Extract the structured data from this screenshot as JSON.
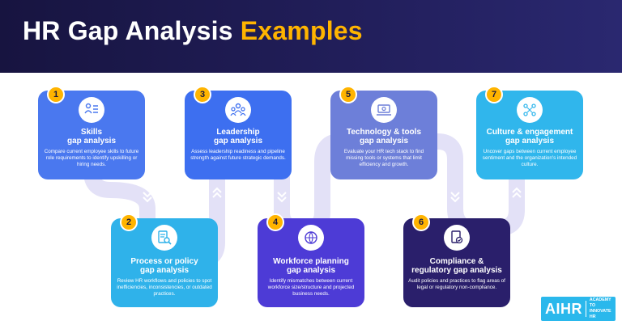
{
  "header": {
    "title_main": "HR Gap Analysis",
    "title_accent": "Examples",
    "accent_color": "#ffb400"
  },
  "steps": [
    {
      "number": "1",
      "icon": "skills-checklist-icon",
      "title_line1": "Skills",
      "title_line2": "gap analysis",
      "description": "Compare current employee skills to future role requirements to identify upskilling or hiring needs.",
      "color": "#4a78ef"
    },
    {
      "number": "2",
      "icon": "document-search-icon",
      "title_line1": "Process or policy",
      "title_line2": "gap analysis",
      "description": "Review HR workflows and policies to spot inefficiencies, inconsistencies, or outdated practices.",
      "color": "#2fb2ea"
    },
    {
      "number": "3",
      "icon": "team-leader-icon",
      "title_line1": "Leadership",
      "title_line2": "gap analysis",
      "description": "Assess leadership readiness and pipeline strength against future strategic demands.",
      "color": "#3d6ff0"
    },
    {
      "number": "4",
      "icon": "workforce-globe-icon",
      "title_line1": "Workforce planning",
      "title_line2": "gap analysis",
      "description": "Identify mismatches between current workforce size/structure and projected business needs.",
      "color": "#4d3bd6"
    },
    {
      "number": "5",
      "icon": "laptop-gear-icon",
      "title_line1": "Technology & tools",
      "title_line2": "gap analysis",
      "description": "Evaluate your HR tech stack to find missing tools or systems that limit efficiency and growth.",
      "color": "#6d7fd9"
    },
    {
      "number": "6",
      "icon": "compliance-badge-icon",
      "title_line1": "Compliance &",
      "title_line2": "regulatory gap analysis",
      "description": "Audit policies and practices to flag areas of legal or regulatory non-compliance.",
      "color": "#2a1f6b"
    },
    {
      "number": "7",
      "icon": "culture-network-icon",
      "title_line1": "Culture & engagement",
      "title_line2": "gap analysis",
      "description": "Uncover gaps between current employee sentiment and the organization's intended culture.",
      "color": "#30b6ec"
    }
  ],
  "logo": {
    "mark": "AIHR",
    "tagline_line1": "ACADEMY TO",
    "tagline_line2": "INNOVATE HR",
    "color": "#2ab8ec"
  }
}
